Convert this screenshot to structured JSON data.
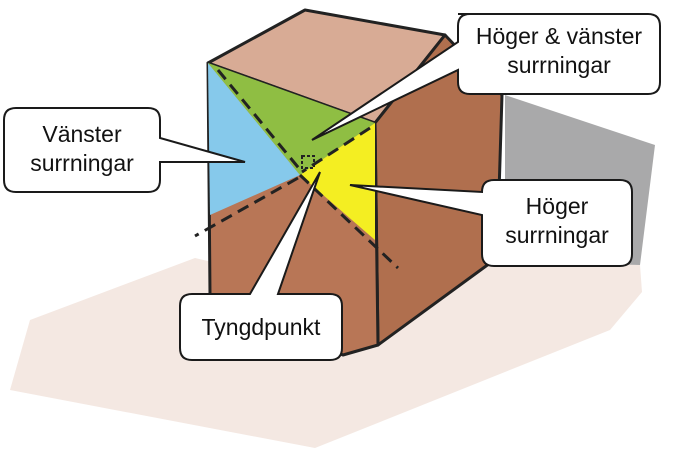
{
  "colors": {
    "box_front": "#b87656",
    "box_top": "#d8ab95",
    "box_right": "#b06f4e",
    "left_zone": "#86c9eb",
    "combined_zone": "#8fbe43",
    "right_zone": "#f4ee22",
    "shadow": "#a9a9aa",
    "floor": "#f4e8e2",
    "outline": "#222222",
    "callout_fill": "#ffffff"
  },
  "labels": {
    "combined": {
      "line1": "Höger & vänster",
      "line2": "surrningar"
    },
    "left": {
      "line1": "Vänster",
      "line2": "surrningar"
    },
    "right": {
      "line1": "Höger",
      "line2": "surrningar"
    },
    "center": {
      "line1": "Tyngdpunkt"
    }
  }
}
